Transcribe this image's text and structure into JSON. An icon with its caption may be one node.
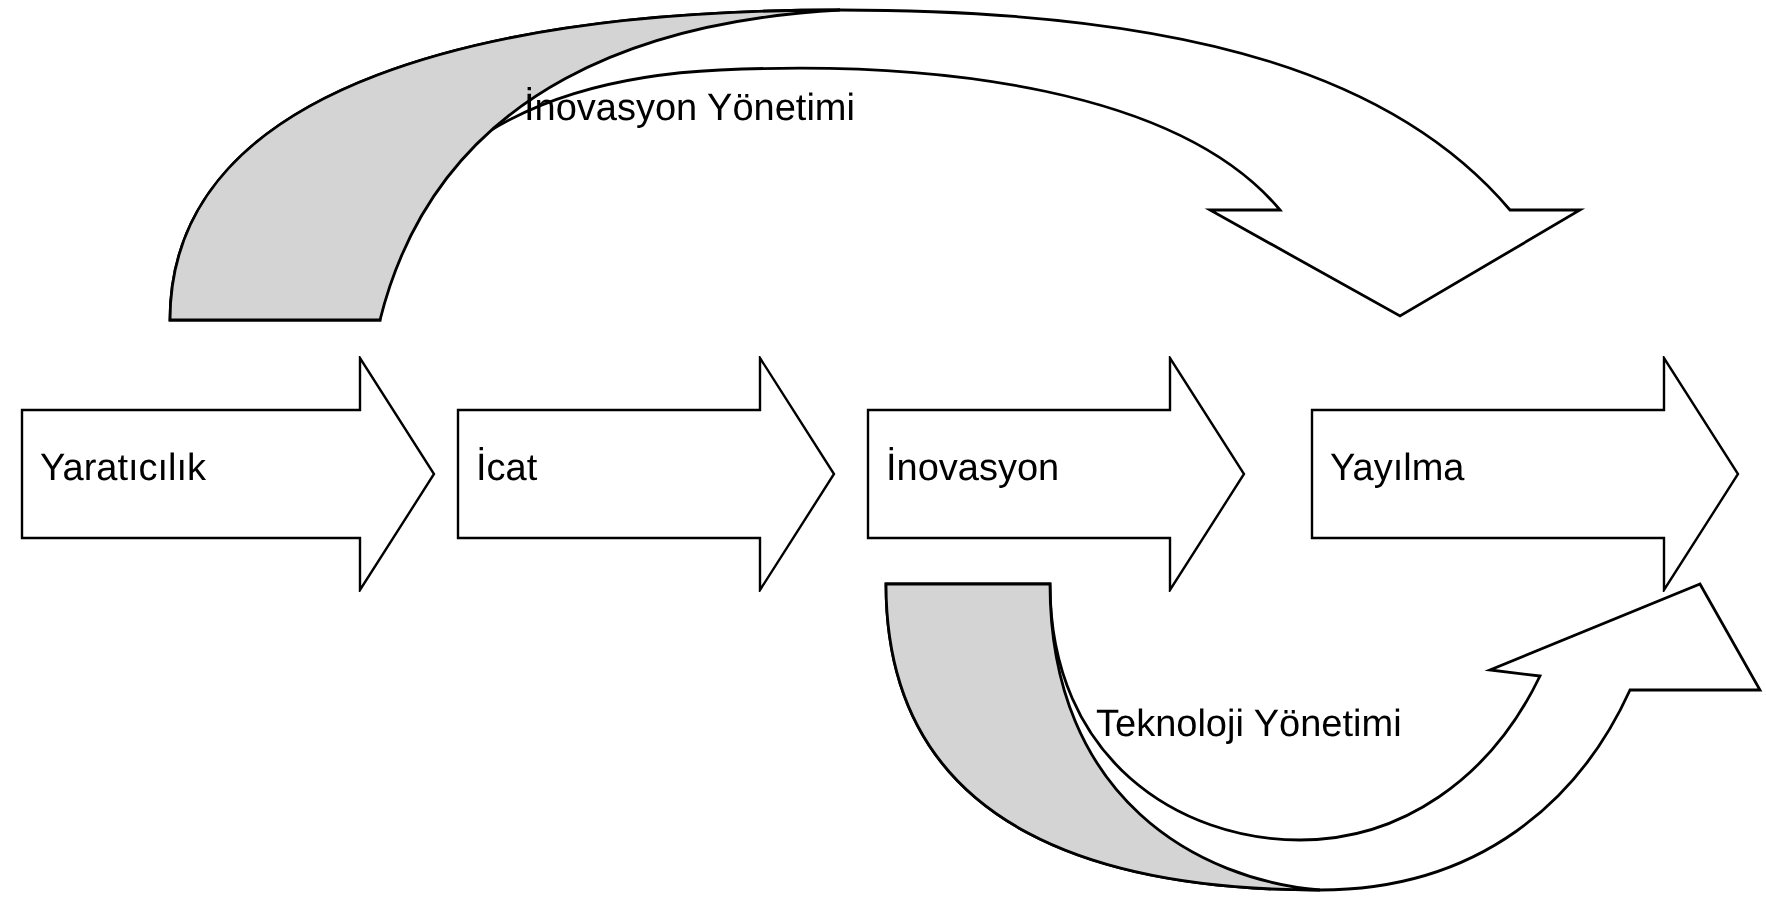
{
  "diagram": {
    "nodes": [
      {
        "text": [
          "Yaratıcılık"
        ]
      },
      {
        "text": [
          "İcat"
        ]
      },
      {
        "text": [
          "İnovasyon"
        ]
      },
      {
        "text": [
          "Yayılma"
        ]
      }
    ],
    "edges": [
      {
        "from": 0,
        "to": 3,
        "arrow": "to",
        "label": "İnovasyon Yönetimi",
        "style": "thick"
      },
      {
        "from": 2,
        "to": 3,
        "arrow": "to",
        "label": "Teknoloji Yönetimi",
        "style": "thick"
      }
    ]
  }
}
